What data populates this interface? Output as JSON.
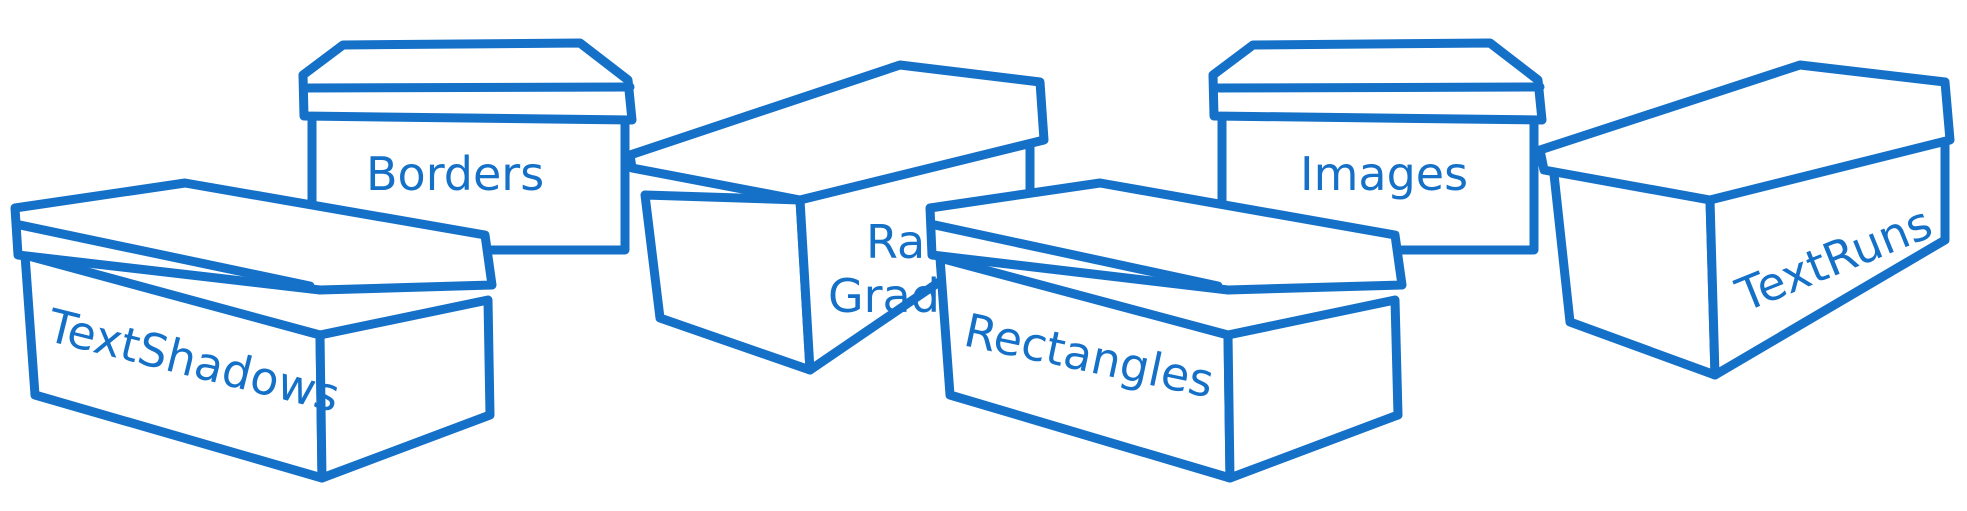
{
  "colors": {
    "ink": "#1570c8"
  },
  "boxes": [
    {
      "id": "borders",
      "label": "Borders"
    },
    {
      "id": "images",
      "label": "Images"
    },
    {
      "id": "radial",
      "label_line1": "Ra",
      "label_line2": "Grad"
    },
    {
      "id": "textruns",
      "label": "TextRuns"
    },
    {
      "id": "textshadows",
      "label": "TextShadows"
    },
    {
      "id": "rectangles",
      "label": "Rectangles"
    }
  ]
}
